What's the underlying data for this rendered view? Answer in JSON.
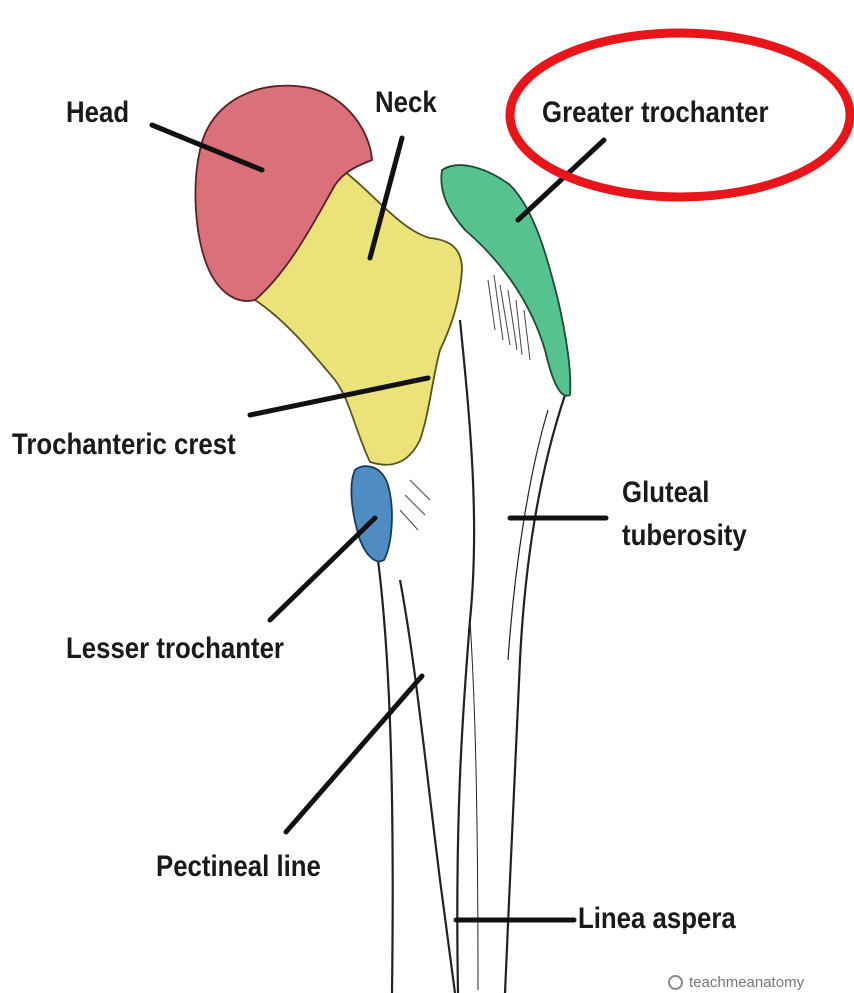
{
  "labels": {
    "head": "Head",
    "neck": "Neck",
    "greater_trochanter": "Greater trochanter",
    "trochanteric_crest": "Trochanteric crest",
    "gluteal_tuberosity_line1": "Gluteal",
    "gluteal_tuberosity_line2": "tuberosity",
    "lesser_trochanter": "Lesser trochanter",
    "pectineal_line": "Pectineal line",
    "linea_aspera": "Linea aspera"
  },
  "watermark": "teachmeanatomy",
  "colors": {
    "head": "#d9707a",
    "neck": "#ece27a",
    "greater_trochanter": "#55c290",
    "lesser_trochanter": "#4f8cc2",
    "highlight_circle": "#e8151b",
    "leader_lines": "#111111"
  },
  "highlighted_label": "greater_trochanter"
}
